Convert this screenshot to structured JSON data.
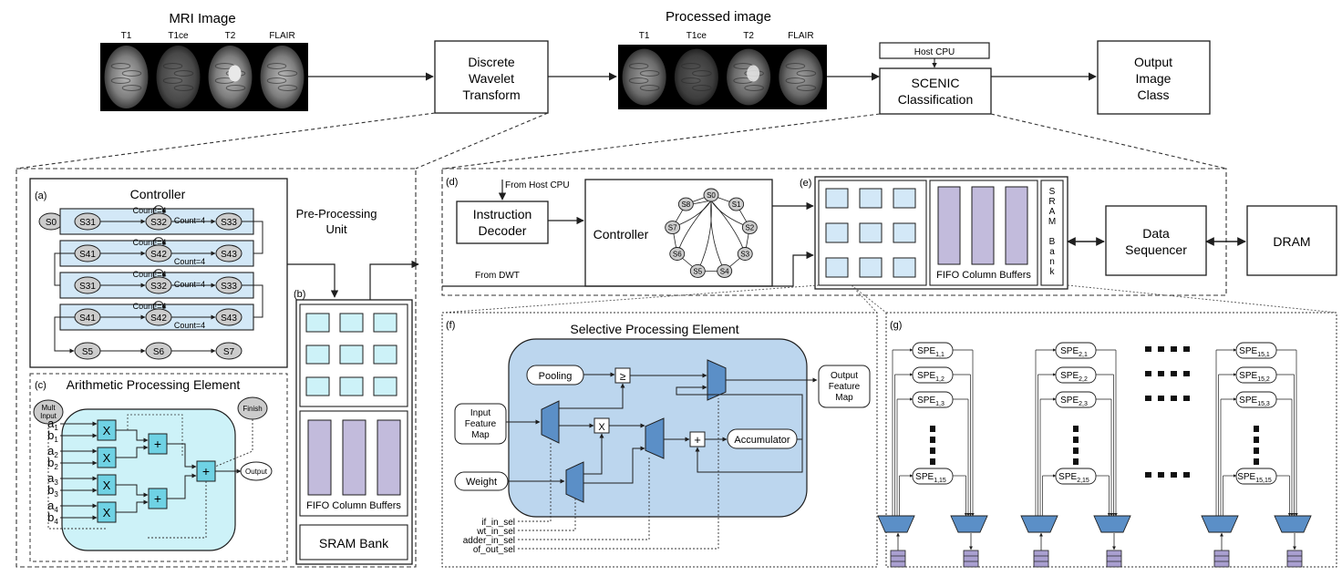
{
  "top": {
    "mri_title": "MRI Image",
    "processed_title": "Processed image",
    "modalities": [
      "T1",
      "T1ce",
      "T2",
      "FLAIR"
    ],
    "dwt_lines": [
      "Discrete",
      "Wavelet",
      "Transform"
    ],
    "host_cpu": "Host CPU",
    "scenic_lines": [
      "SCENIC",
      "Classification"
    ],
    "output_lines": [
      "Output",
      "Image",
      "Class"
    ]
  },
  "preproc": {
    "label_a": "(a)",
    "controller_title": "Controller",
    "unit_lines": [
      "Pre-Processing",
      "Unit"
    ],
    "rows": [
      {
        "states": [
          "S31",
          "S32",
          "S33"
        ],
        "loop": "Count!=4",
        "exit": "Count=4"
      },
      {
        "states": [
          "S41",
          "S42",
          "S43"
        ],
        "loop": "Count!=4",
        "exit": "Count=4"
      },
      {
        "states": [
          "S31",
          "S32",
          "S33"
        ],
        "loop": "Count!=4",
        "exit": "Count=4"
      },
      {
        "states": [
          "S41",
          "S42",
          "S43"
        ],
        "loop": "Count!=4",
        "exit": "Count=4"
      }
    ],
    "s0": "S0",
    "tail_states": [
      "S5",
      "S6",
      "S7"
    ],
    "label_b": "(b)",
    "fifo": "FIFO Column Buffers",
    "sram": "SRAM Bank",
    "label_c": "(c)",
    "ape_title": "Arithmetic Processing Element",
    "mult_input": [
      "Mult",
      "Input"
    ],
    "finish": "Finish",
    "inputs": [
      "a1",
      "b1",
      "a2",
      "b2",
      "a3",
      "b3",
      "a4",
      "b4"
    ],
    "mult_op": "X",
    "add_op": "+",
    "output": "Output"
  },
  "scenic": {
    "label_d": "(d)",
    "from_host": "From Host CPU",
    "from_dwt": "From DWT",
    "decoder_lines": [
      "Instruction",
      "Decoder"
    ],
    "controller": "Controller",
    "fsm_states": [
      "S0",
      "S1",
      "S2",
      "S3",
      "S4",
      "S5",
      "S6",
      "S7",
      "S8"
    ],
    "label_e": "(e)",
    "fifo": "FIFO Column Buffers",
    "sram_vertical": [
      "S",
      "R",
      "A",
      "M",
      "",
      "B",
      "a",
      "n",
      "k"
    ],
    "sequencer_lines": [
      "Data",
      "Sequencer"
    ],
    "dram": "DRAM"
  },
  "spe": {
    "label_f": "(f)",
    "title": "Selective Processing Element",
    "pooling": "Pooling",
    "ge": "≥",
    "x_op": "X",
    "plus_op": "+",
    "input_lines": [
      "Input",
      "Feature",
      "Map"
    ],
    "weight": "Weight",
    "accumulator": "Accumulator",
    "output_lines": [
      "Output",
      "Feature",
      "Map"
    ],
    "selects": [
      "if_in_sel",
      "wt_in_sel",
      "adder_in_sel",
      "of_out_sel"
    ]
  },
  "array": {
    "label_g": "(g)",
    "columns": [
      {
        "base": "SPE",
        "subs": [
          "1,1",
          "1,2",
          "1,3",
          "1,15"
        ]
      },
      {
        "base": "SPE",
        "subs": [
          "2,1",
          "2,2",
          "2,3",
          "2,15"
        ]
      },
      {
        "base": "SPE",
        "subs": [
          "15,1",
          "15,2",
          "15,3",
          "15,15"
        ]
      }
    ]
  },
  "colors": {
    "lightblue": "#d3e8f7",
    "aqua": "#cdf2f8",
    "purple": "#c2bbdc",
    "spebg": "#bcd6ee",
    "steel": "#5b8fc7",
    "stroke": "#1e1e1e"
  }
}
